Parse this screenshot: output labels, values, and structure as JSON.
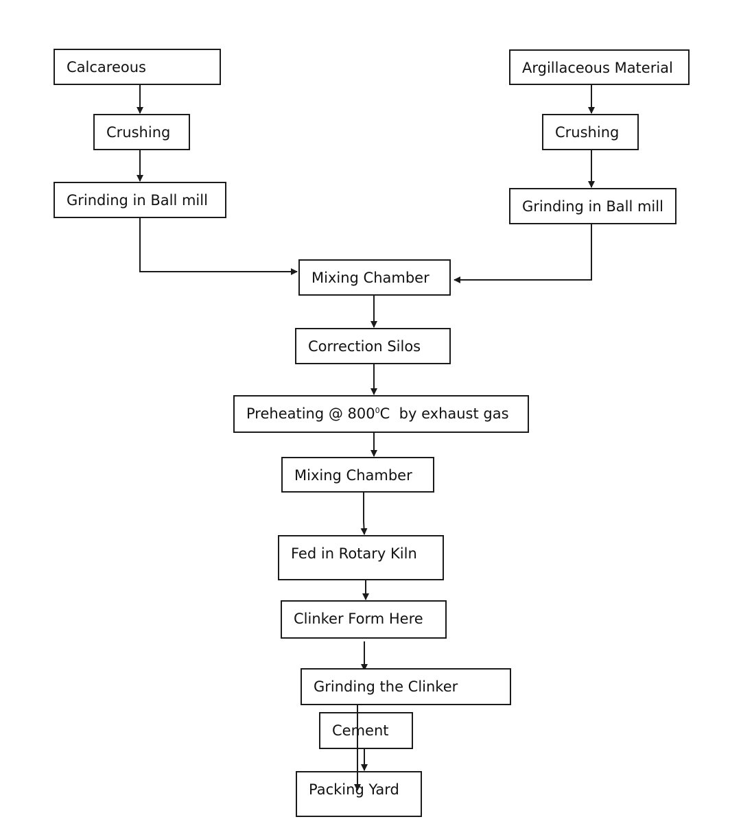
{
  "diagram": {
    "nodes": {
      "calcareous": "Calcareous",
      "crushing_left": "Crushing",
      "grinding_left": "Grinding in Ball mill",
      "argillaceous": "Argillaceous Material",
      "crushing_right": "Crushing",
      "grinding_right": "Grinding in Ball mill",
      "mixing_chamber_1": "Mixing Chamber",
      "correction_silos": "Correction Silos",
      "preheating": {
        "prefix": "Preheating @ 800",
        "sup": "0",
        "suffix": "C  by exhaust gas"
      },
      "mixing_chamber_2": "Mixing Chamber",
      "rotary_kiln": "Fed in Rotary Kiln",
      "clinker_form": "Clinker Form Here",
      "grinding_clinker": "Grinding the Clinker",
      "cement": "Cement",
      "packing_yard": "Packing Yard"
    },
    "colors": {
      "stroke": "#1a1a1a",
      "background": "#ffffff"
    }
  }
}
